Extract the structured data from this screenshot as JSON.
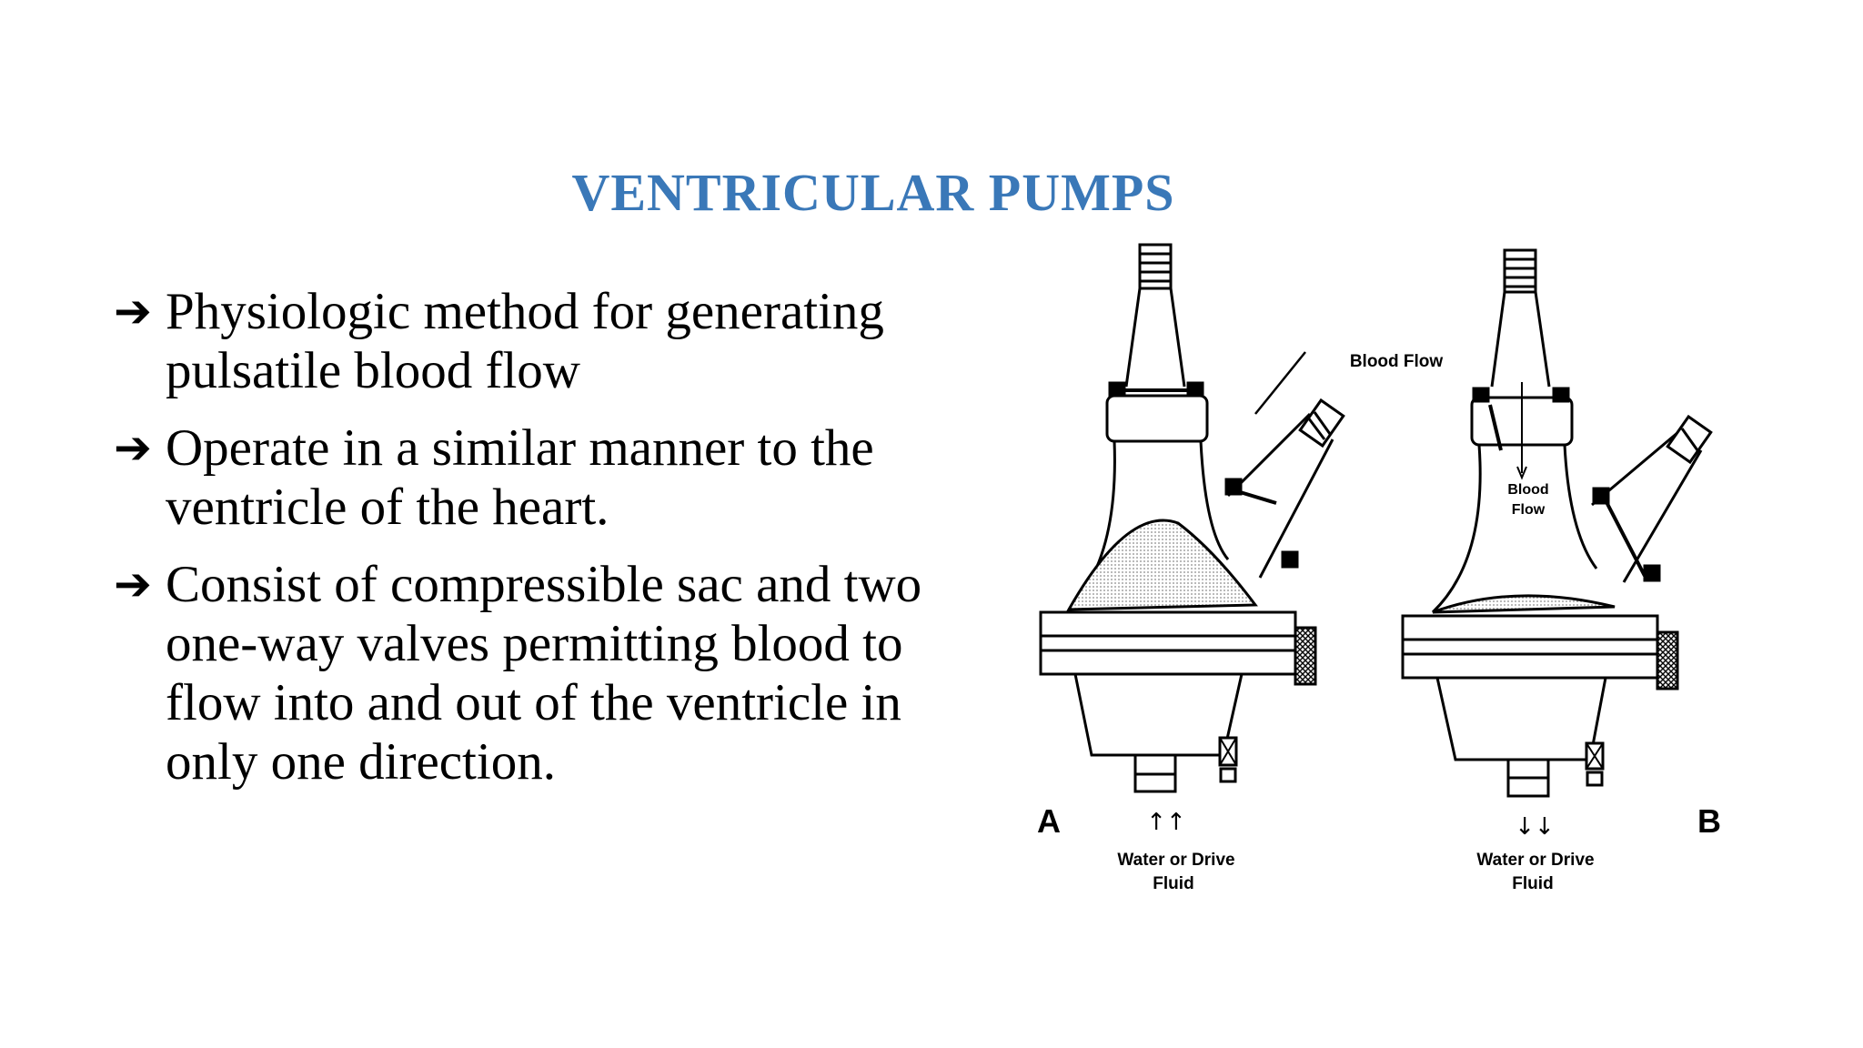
{
  "slide": {
    "title": "VENTRICULAR PUMPS",
    "title_color": "#3a78b8",
    "bullet_icon": "right-arrow",
    "bullets": [
      "Physiologic method for generating pulsatile blood flow",
      "Operate in a similar manner to the ventricle of the heart.",
      "Consist of compressible sac and two one-way valves permitting blood to flow into and out of the ventricle in only one direction."
    ]
  },
  "figure": {
    "label_a": "A",
    "label_b": "B",
    "blood_flow_a": "Blood Flow",
    "blood_flow_b_line1": "Blood",
    "blood_flow_b_line2": "Flow",
    "water_a_line1": "Water or Drive",
    "water_a_line2": "Fluid",
    "water_b_line1": "Water or Drive",
    "water_b_line2": "Fluid",
    "arrows_a": "↑↑",
    "arrows_b": "↓↓"
  }
}
